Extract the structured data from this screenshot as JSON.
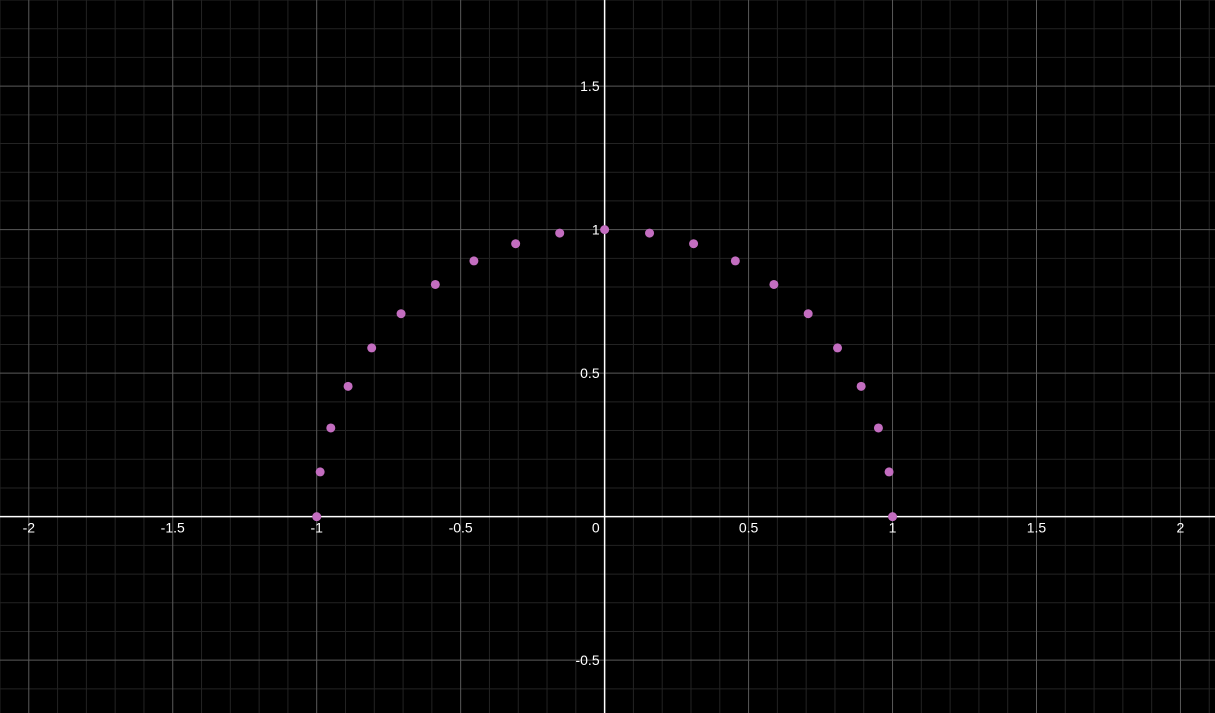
{
  "chart_data": {
    "type": "scatter",
    "title": "",
    "xlabel": "",
    "ylabel": "",
    "xlim": [
      -2.1,
      2.12
    ],
    "ylim": [
      -0.684,
      1.8
    ],
    "grid": true,
    "minor_grid": true,
    "background": "#000000",
    "axis_color": "#ffffff",
    "grid_major_color": "#5a5a5a",
    "grid_minor_color": "#232323",
    "point_color": "#c36dc0",
    "x_ticks": [
      {
        "value": -2,
        "label": "-2"
      },
      {
        "value": -1.5,
        "label": "-1.5"
      },
      {
        "value": -1,
        "label": "-1"
      },
      {
        "value": -0.5,
        "label": "-0.5"
      },
      {
        "value": 0,
        "label": "0"
      },
      {
        "value": 0.5,
        "label": "0.5"
      },
      {
        "value": 1,
        "label": "1"
      },
      {
        "value": 1.5,
        "label": "1.5"
      },
      {
        "value": 2,
        "label": "2"
      }
    ],
    "y_ticks": [
      {
        "value": -0.5,
        "label": "-0.5"
      },
      {
        "value": 0.5,
        "label": "0.5"
      },
      {
        "value": 1,
        "label": "1"
      },
      {
        "value": 1.5,
        "label": "1.5"
      }
    ],
    "series": [
      {
        "x": [
          -1,
          -0.988,
          -0.951,
          -0.891,
          -0.809,
          -0.707,
          -0.588,
          -0.454,
          -0.309,
          -0.156,
          0,
          0.156,
          0.309,
          0.454,
          0.588,
          0.707,
          0.809,
          0.891,
          0.951,
          0.988,
          1
        ],
        "y": [
          0,
          0.156,
          0.309,
          0.454,
          0.588,
          0.707,
          0.809,
          0.891,
          0.951,
          0.988,
          1,
          0.988,
          0.951,
          0.891,
          0.809,
          0.707,
          0.588,
          0.454,
          0.309,
          0.156,
          0
        ]
      }
    ]
  }
}
